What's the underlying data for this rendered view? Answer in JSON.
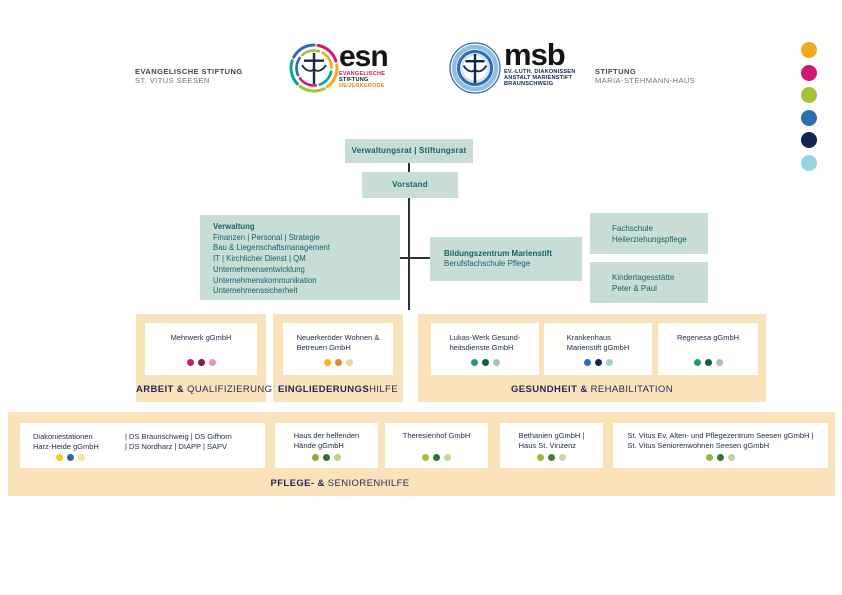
{
  "header": {
    "left_foundation": {
      "line1": "EVANGELISCHE STIFTUNG",
      "line2": "ST. VITUS SEESEN"
    },
    "esn_logo": {
      "acronym": "esn",
      "sub1": "EVANGELISCHE",
      "sub2": "STIFTUNG",
      "sub3": "NEUERKERODE"
    },
    "msb_logo": {
      "acronym": "msb",
      "sub1": "EV.-LUTH. DIAKONISSEN",
      "sub2": "ANSTALT MARIENSTIFT",
      "sub3": "BRAUNSCHWEIG"
    },
    "right_foundation": {
      "line1": "STIFTUNG",
      "line2": "MARIA-STEHMANN-HAUS"
    },
    "palette_dots": [
      "#f5a71f",
      "#d2186e",
      "#a6c138",
      "#2e6db4",
      "#12254e",
      "#93d5de"
    ]
  },
  "org": {
    "board": "Verwaltungsrat | Stiftungsrat",
    "executive": "Vorstand",
    "verwaltung": {
      "title": "Verwaltung",
      "lines": [
        "Finanzen | Personal | Strategie",
        "Bau & Liegenschaftsmanagement",
        "IT | Kirchlicher Dienst | QM",
        "Unternehmensentwicklung",
        "Unternehmenskommunikation",
        "Unternehmenssicherheit"
      ]
    },
    "bildungszentrum": {
      "title": "Bildungszentrum Marienstift",
      "subtitle": "Berufsfachschule Pflege"
    },
    "fachschule": {
      "line1": "Fachschule",
      "line2": "Heilerziehungspflege"
    },
    "kindertagesstaette": {
      "line1": "Kindertagesstätte",
      "line2": "Peter & Paul"
    }
  },
  "sections": [
    {
      "label_bold": "ARBEIT &",
      "label_rest": " QUALIFIZIERUNG",
      "cards": [
        {
          "name": "Mehrwerk gGmbH",
          "dots": [
            "#d2186e",
            "#8e1a43",
            "#e094ba"
          ]
        }
      ]
    },
    {
      "label_bold": "EINGLIEDERUNGS",
      "label_rest": "HILFE",
      "cards": [
        {
          "name": "Neuerkeröder Wohnen &\nBetreuen GmbH",
          "dots": [
            "#f2b428",
            "#e98a2b",
            "#f5d592"
          ]
        }
      ]
    },
    {
      "label_bold": "GESUNDHEIT &",
      "label_rest": " REHABILITATION",
      "cards": [
        {
          "name": "Lukas-Werk Gesund-\nheitsdienste GmbH",
          "dots": [
            "#1a9b7f",
            "#145c44",
            "#a3c2b4"
          ]
        },
        {
          "name": "Krankenhaus\nMarienstift gGmbH",
          "dots": [
            "#2e6db4",
            "#12254e",
            "#9ed4d4"
          ]
        },
        {
          "name": "Regenesa gGmbH",
          "dots": [
            "#1a9b7f",
            "#145c44",
            "#a3c2b4"
          ]
        }
      ]
    },
    {
      "label_bold": "PFLEGE- &",
      "label_rest": " SENIORENHILFE",
      "cards": [
        {
          "name": "Diakoniestationen\nHarz-Heide gGmbH",
          "name2": "| DS Braunschweig | DS Gifhorn\n| DS Nordharz | DIAPP | SAPV",
          "dots": [
            "#f7ce17",
            "#2e64ae",
            "#f5e49b"
          ]
        },
        {
          "name": "Haus der helfenden\nHände gGmbH",
          "dots": [
            "#8fae3a",
            "#33702e",
            "#bcd48e"
          ]
        },
        {
          "name": "Theresienhof GmbH",
          "dots": [
            "#a5c03c",
            "#2f7233",
            "#c1d795"
          ]
        },
        {
          "name": "Bethanien gGmbH |\nHaus St. Vinzenz",
          "dots": [
            "#9dbb3b",
            "#4d7a2c",
            "#c9d9a0"
          ]
        },
        {
          "name": "St. Vitus Ev. Alten- und Pflegezentrum Seesen gGmbH |\nSt. Vitus Seniorenwohnen Seesen gGmbH",
          "dots": [
            "#97b83c",
            "#37762f",
            "#bfd398"
          ]
        }
      ]
    }
  ]
}
